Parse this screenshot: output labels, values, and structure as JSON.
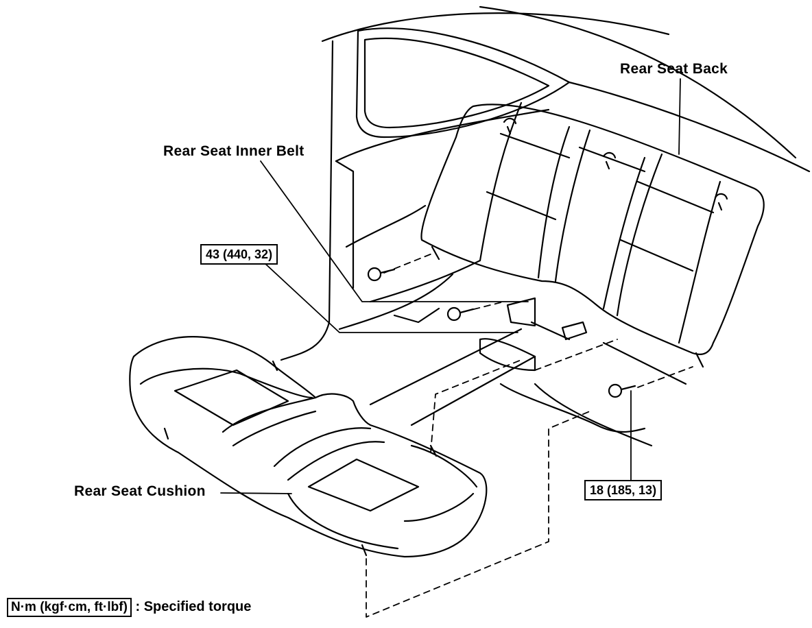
{
  "labels": {
    "rear_seat_back": "Rear Seat Back",
    "rear_seat_inner_belt": "Rear Seat Inner Belt",
    "rear_seat_cushion": "Rear Seat Cushion"
  },
  "torques": {
    "belt_bolts": "43 (440, 32)",
    "seat_back_bolt": "18 (185, 13)"
  },
  "legend": {
    "unit": "N·m (kgf·cm, ft·lbf)",
    "text": ": Specified torque"
  }
}
